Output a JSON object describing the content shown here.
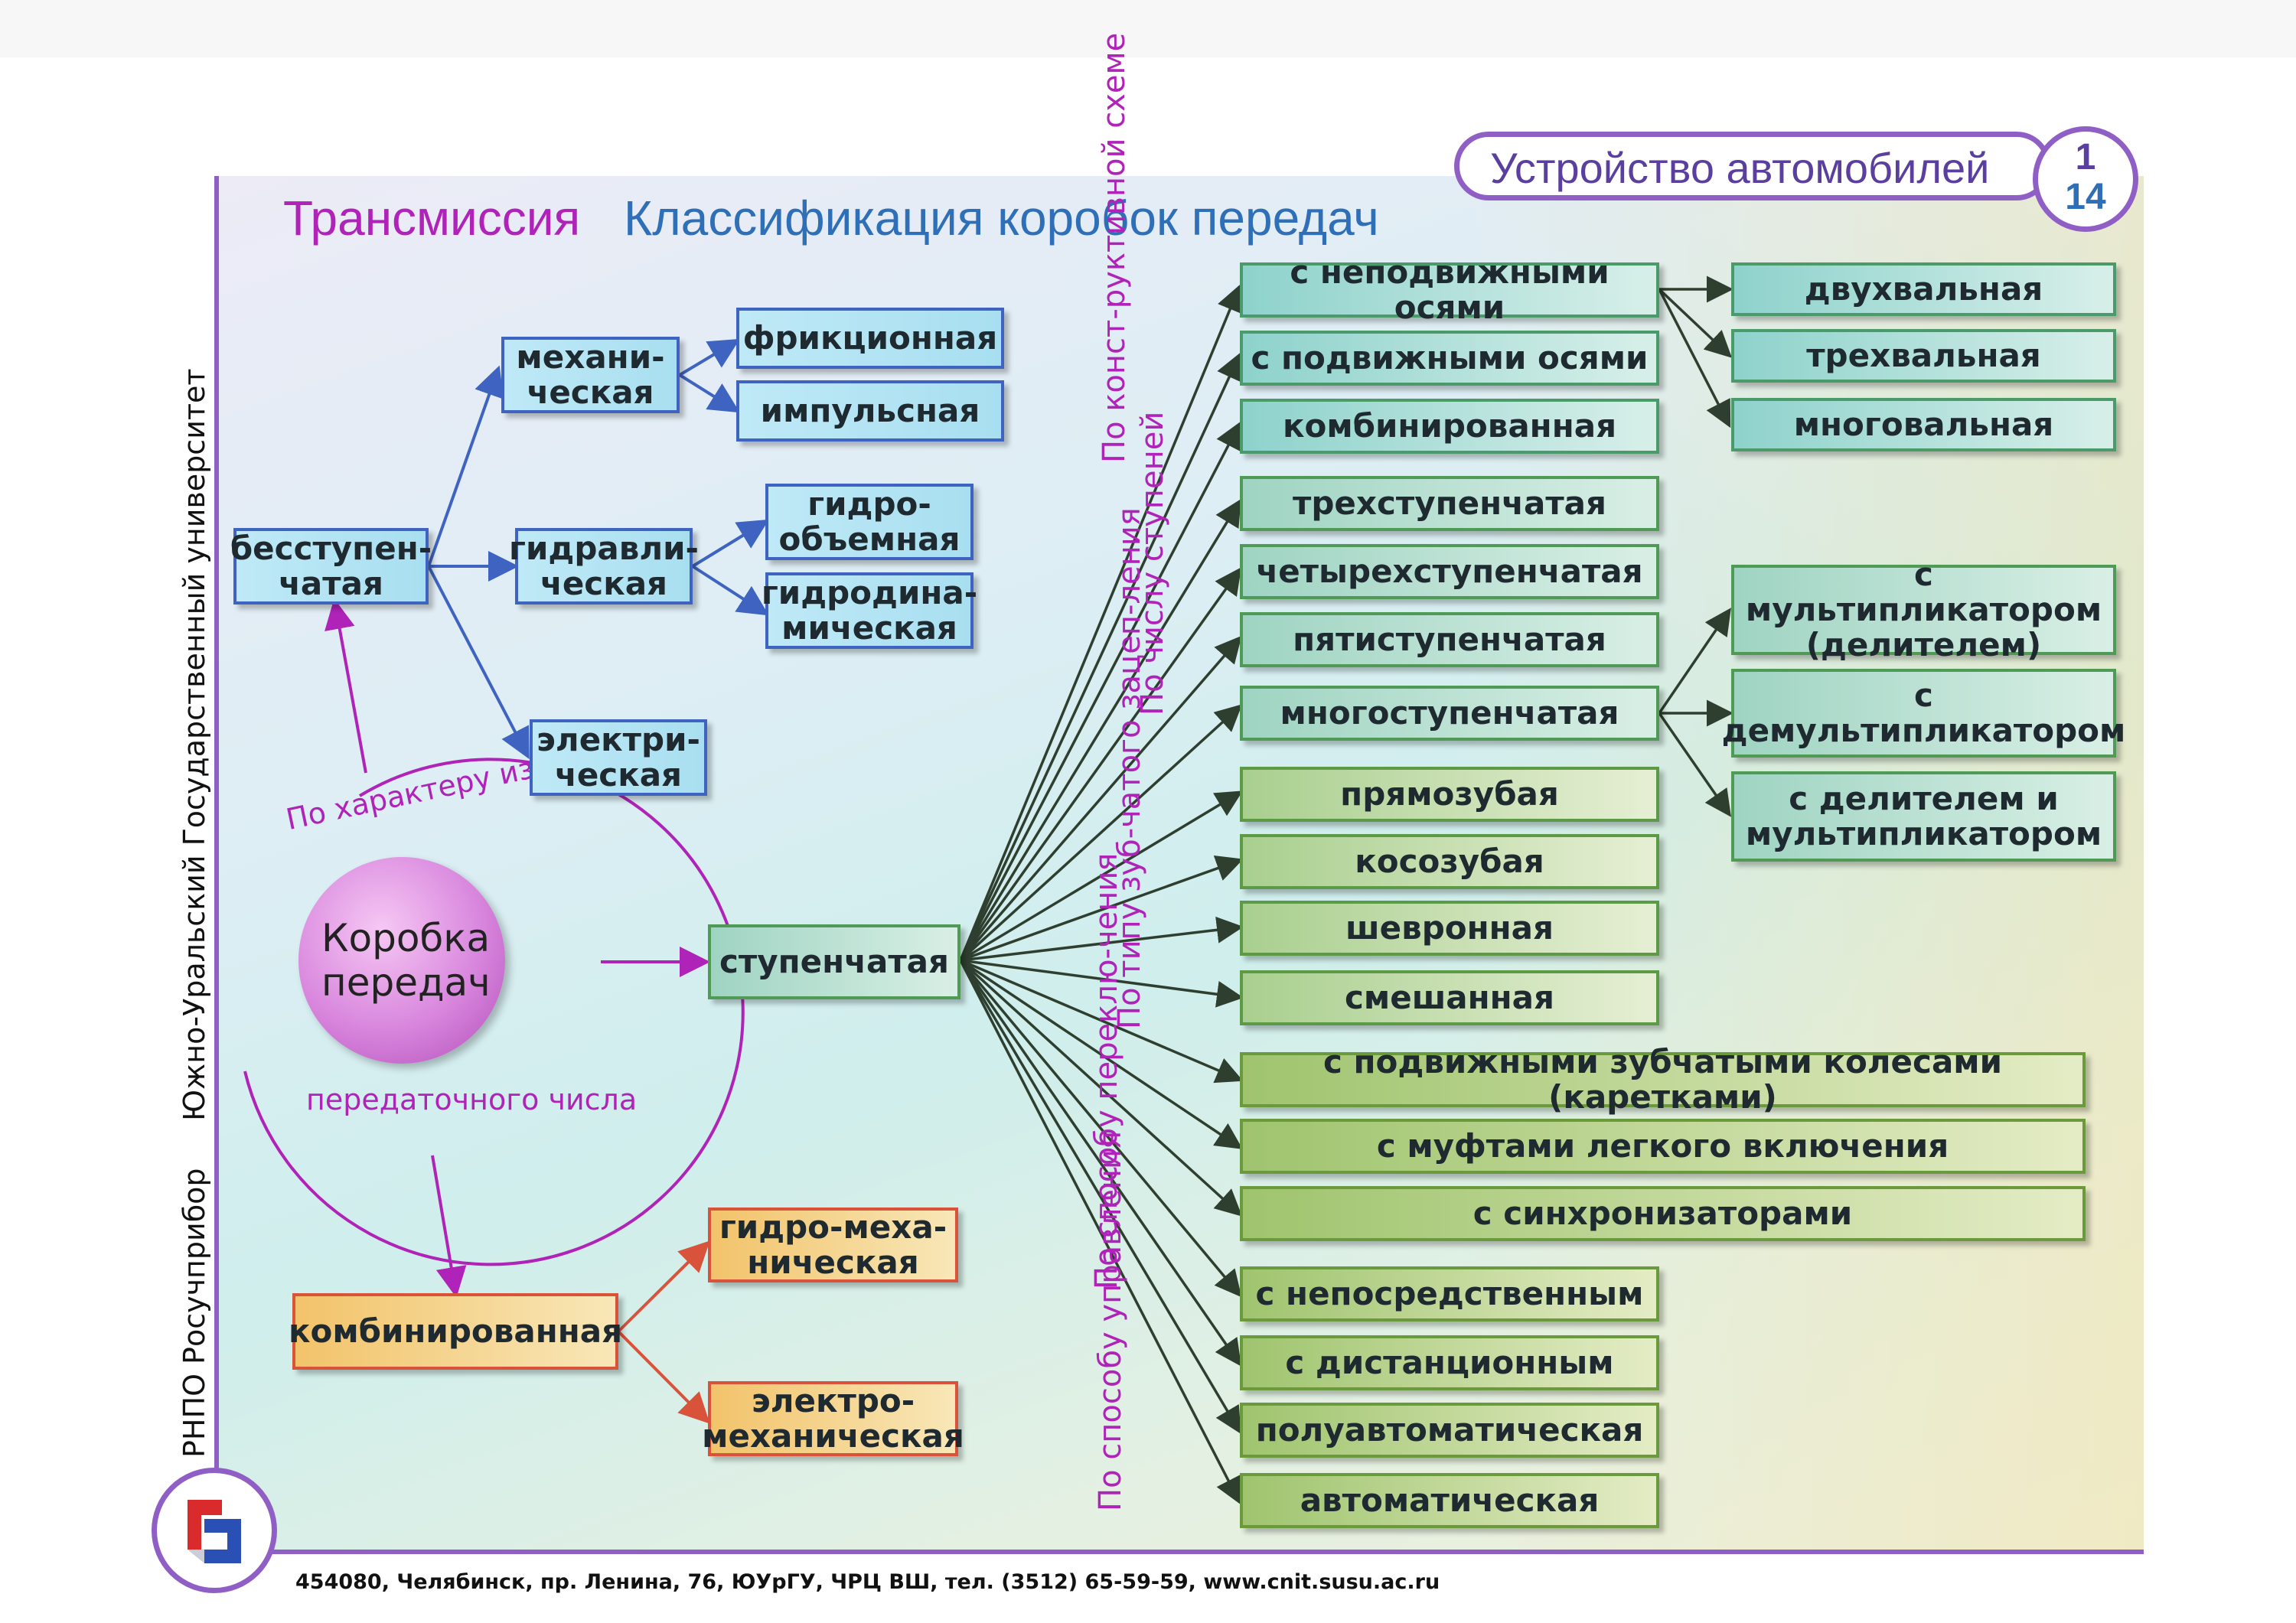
{
  "header": {
    "series_title": "Устройство автомобилей",
    "sheet_no_top": "1",
    "sheet_no_bottom": "14",
    "section": "Трансмиссия",
    "topic": "Классификация коробок передач"
  },
  "side": {
    "university": "Южно-Уральский Государственный университет",
    "publisher": "РНПО Росучприбор"
  },
  "footer": "454080, Челябинск, пр. Ленина, 76, ЮУрГУ, ЧРЦ ВШ, тел. (3512) 65-59-59, www.cnit.susu.ac.ru",
  "root": "Коробка передач",
  "ring_label_top": "По характеру изменения",
  "ring_label_bottom": "передаточного числа",
  "stepless": {
    "label": "бесступен-чатая",
    "children": [
      {
        "label": "механи-ческая",
        "children": [
          "фрикционная",
          "импульсная"
        ]
      },
      {
        "label": "гидравли-ческая",
        "children": [
          "гидро-объемная",
          "гидродина-мическая"
        ]
      },
      {
        "label": "электри-ческая",
        "children": []
      }
    ]
  },
  "combined": {
    "label": "комбинированная",
    "children": [
      "гидро-меха-ническая",
      "электро-механическая"
    ]
  },
  "stepped": {
    "label": "ступенчатая",
    "groups": [
      {
        "criterion": "По конст-руктивной схеме",
        "items": [
          "с неподвижными осями",
          "с подвижными осями",
          "комбинированная"
        ],
        "sub": [
          "двухвальная",
          "трехвальная",
          "многовальная"
        ]
      },
      {
        "criterion": "По числу ступеней",
        "items": [
          "трехступенчатая",
          "четырехступенчатая",
          "пятиступенчатая",
          "многоступенчатая"
        ],
        "sub": [
          "с мультипликатором (делителем)",
          "с демультипликатором",
          "с делителем и мультипликатором"
        ]
      },
      {
        "criterion": "По типу зуб-чатого зацеп-ления",
        "items": [
          "прямозубая",
          "косозубая",
          "шевронная",
          "смешанная"
        ]
      },
      {
        "criterion": "По способу переклю-чения",
        "items": [
          "с подвижными зубчатыми колесами (каретками)",
          "с муфтами легкого включения",
          "с синхронизаторами"
        ]
      },
      {
        "criterion": "По способу управления",
        "items": [
          "с непосредственным",
          "с дистанционным",
          "полуавтоматическая",
          "автоматическая"
        ]
      }
    ]
  },
  "colors": {
    "frame": "#8f5fc6",
    "magenta": "#b023b8",
    "blue_line": "#3e63c0",
    "green_line": "#2f3f2f",
    "orange_line": "#d9523a"
  }
}
